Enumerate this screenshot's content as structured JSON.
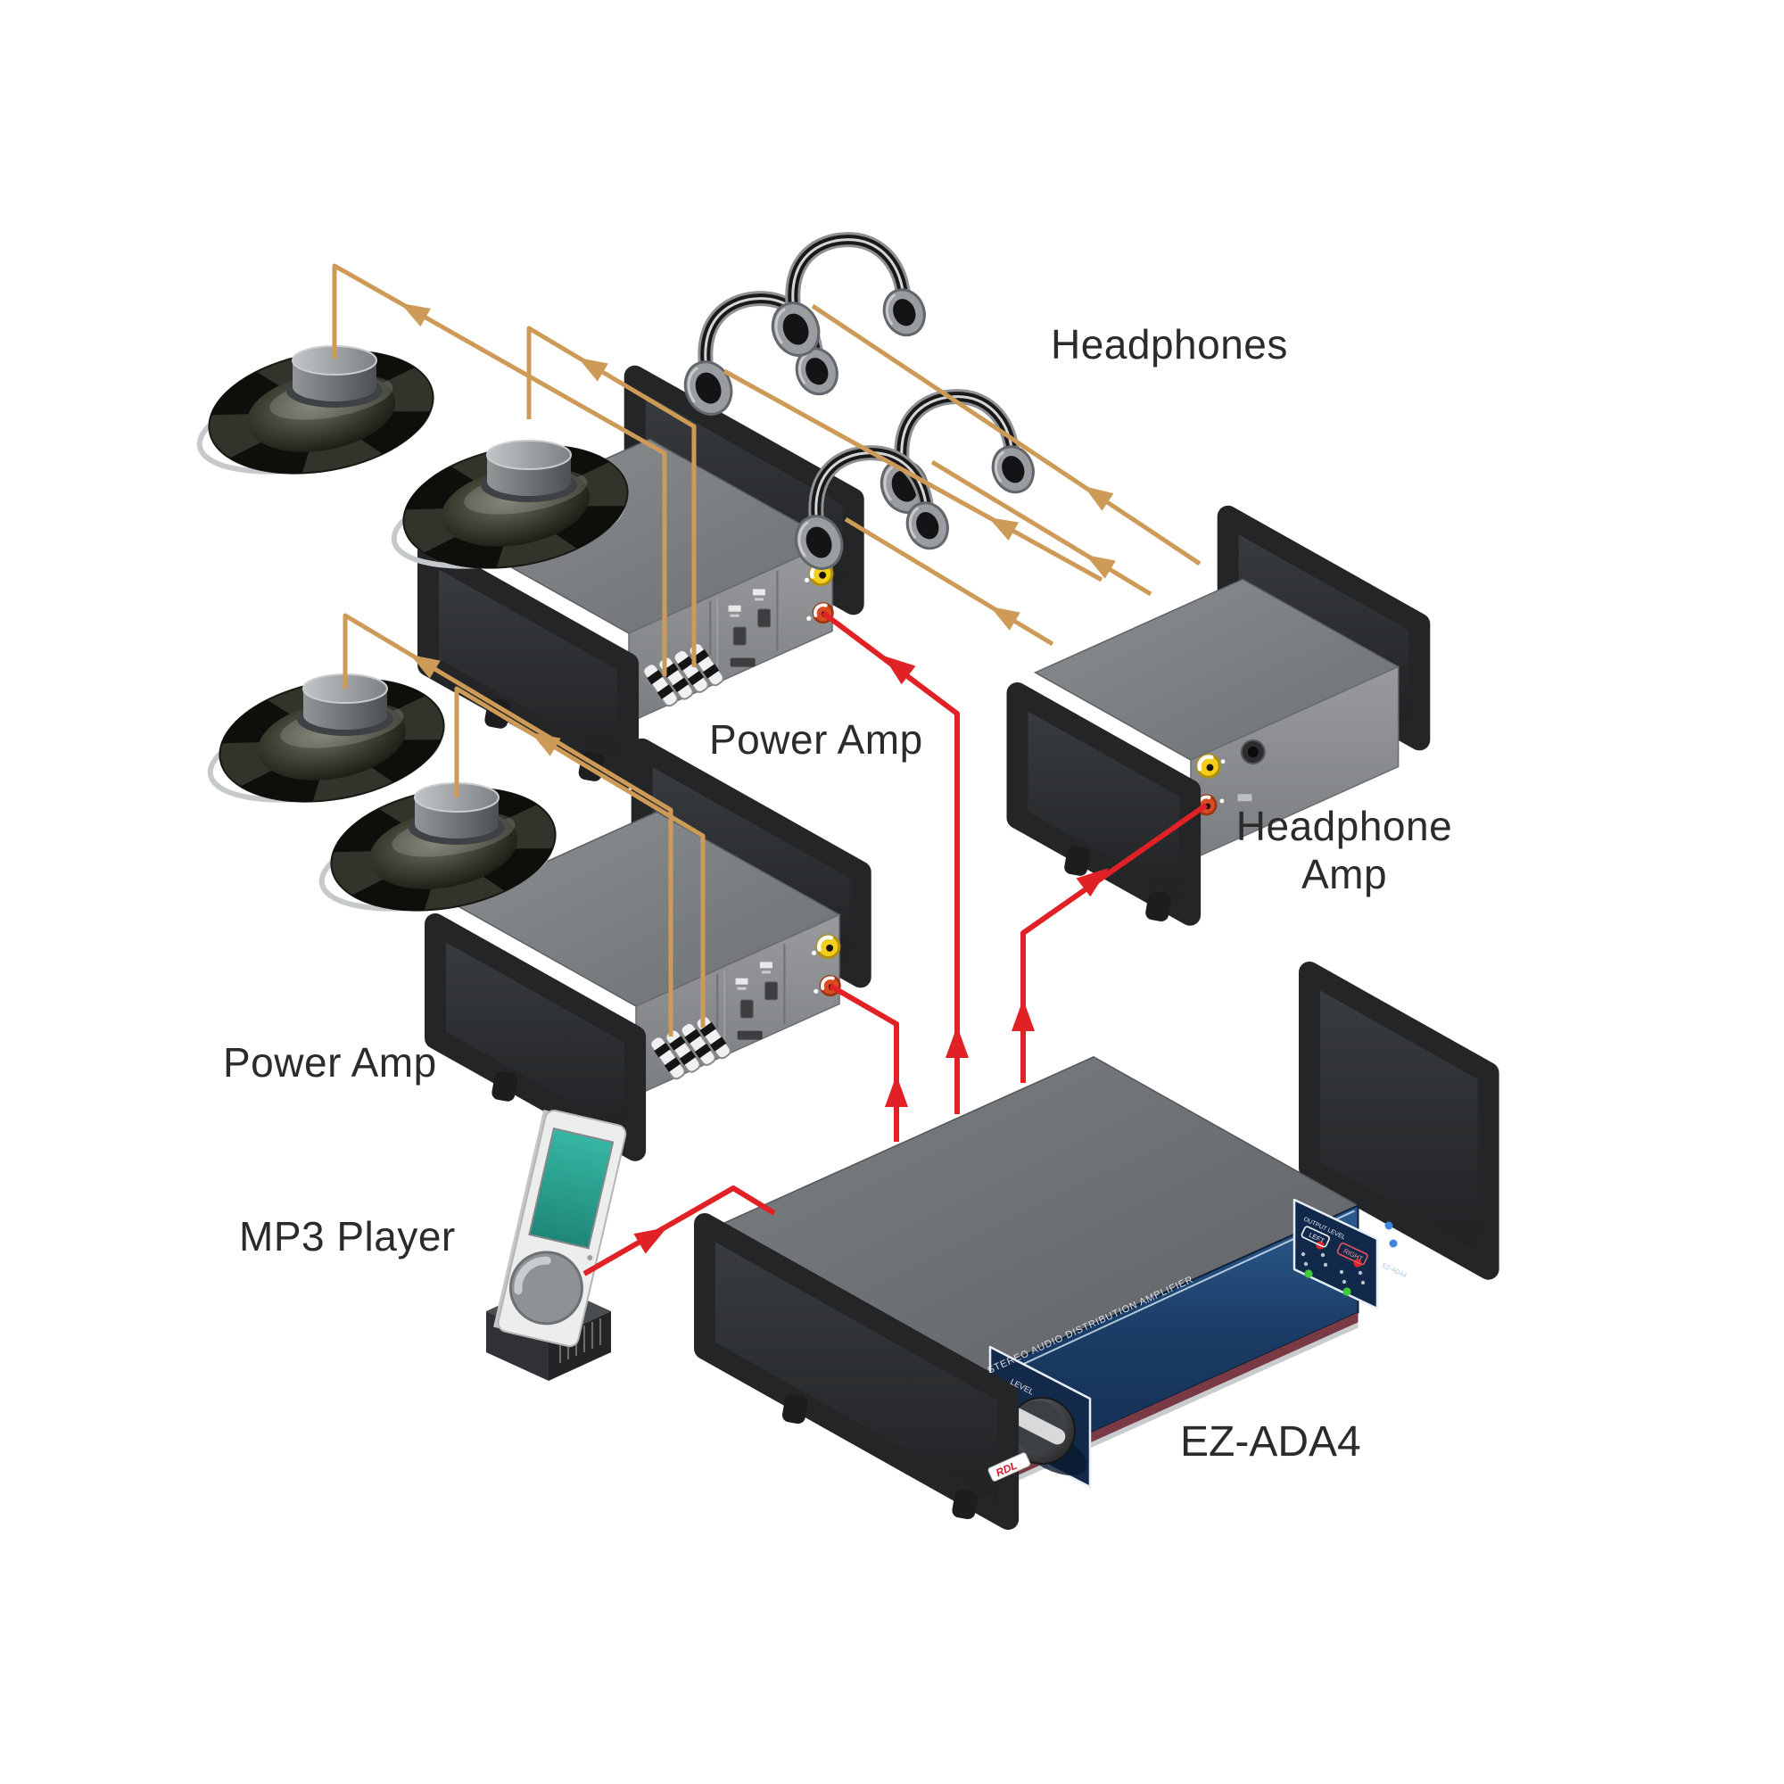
{
  "diagram": {
    "labels": {
      "headphones": "Headphones",
      "power_amp_top": "Power Amp",
      "power_amp_bottom": "Power Amp",
      "headphone_amp_line1": "Headphone",
      "headphone_amp_line2": "Amp",
      "mp3_player": "MP3 Player",
      "model": "EZ-ADA4"
    },
    "device_panel": {
      "strip_title": "STEREO AUDIO DISTRIBUTION AMPLIFIER",
      "level_label": "LEVEL",
      "meter_title": "OUTPUT LEVEL",
      "meter_left": "LEFT",
      "meter_right": "RIGHT",
      "model_small": "EZ-ADA4",
      "brand": "RDL"
    },
    "colors": {
      "speaker_wire": "#cd9a57",
      "signal_wire": "#e02227",
      "label_text": "#2b2b2b",
      "panel_blue": "#16355c",
      "panel_stripe_maroon": "#7a3a45",
      "led_green": "#3ecb3e",
      "led_red": "#e02128",
      "led_blue": "#3f86e0",
      "rca_yellow": "#f2cf1b",
      "rca_red": "#d94b20",
      "screen_teal": "#29a091"
    }
  }
}
